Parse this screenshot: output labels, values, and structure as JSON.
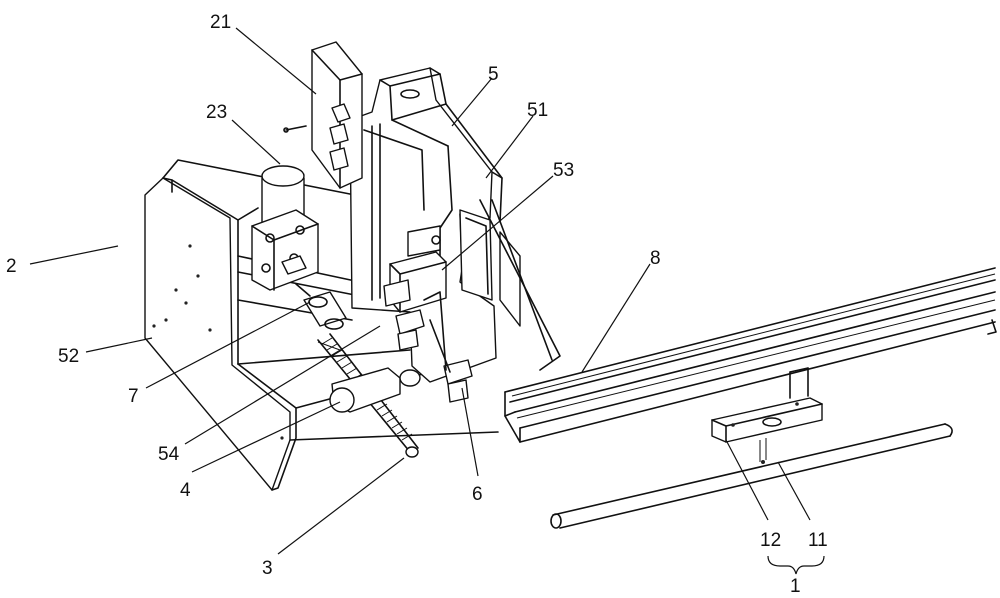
{
  "figure": {
    "callouts": {
      "c21": "21",
      "c23": "23",
      "c5": "5",
      "c51": "51",
      "c53": "53",
      "c2": "2",
      "c8": "8",
      "c52": "52",
      "c7": "7",
      "c54": "54",
      "c4": "4",
      "c6": "6",
      "c3": "3",
      "c12": "12",
      "c11": "11",
      "c1": "1"
    }
  }
}
